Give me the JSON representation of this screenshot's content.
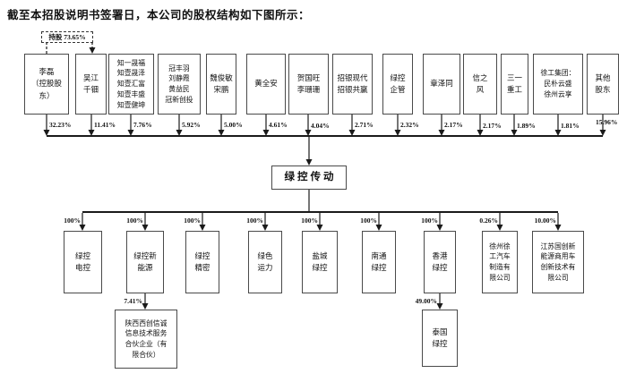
{
  "title": "截至本招股说明书签署日，本公司的股权结构如下图所示：",
  "annotation": {
    "label": "持股 73.65%"
  },
  "company": {
    "name": "绿控传动"
  },
  "shareholders": [
    {
      "name": "李磊\n（控股股\n东）",
      "pct": "32.23%"
    },
    {
      "name": "吴江\n千钿",
      "pct": "11.41%"
    },
    {
      "name": "知一晟福\n知壹晟泽\n知壹汇富\n知壹丰盛\n知壹健坤",
      "pct": "7.76%"
    },
    {
      "name": "冠丰羽\n刘静霞\n黄益民\n冠新创投",
      "pct": "5.92%"
    },
    {
      "name": "魏俊敏\n宋鹏",
      "pct": "5.00%"
    },
    {
      "name": "黄全安",
      "pct": "4.61%"
    },
    {
      "name": "贺国旺\n李珊珊",
      "pct": "4.04%"
    },
    {
      "name": "招银现代\n招银共赢",
      "pct": "2.71%"
    },
    {
      "name": "绿控\n企管",
      "pct": "2.32%"
    },
    {
      "name": "章泽同",
      "pct": "2.17%"
    },
    {
      "name": "信之\n风",
      "pct": "2.17%"
    },
    {
      "name": "三一\n重工",
      "pct": "1.89%"
    },
    {
      "name": "徐工集团：\n民朴云盛\n徐州云享",
      "pct": "1.81%"
    },
    {
      "name": "其他\n股东",
      "pct": "15.96%"
    }
  ],
  "subsidiaries": [
    {
      "name": "绿控\n电控",
      "pct": "100%"
    },
    {
      "name": "绿控新\n能源",
      "pct": "100%",
      "children": [
        {
          "name": "陕西西创信诚\n信息技术服务\n合伙企业（有\n限合伙）",
          "pct": "7.41%"
        }
      ]
    },
    {
      "name": "绿控\n精密",
      "pct": "100%"
    },
    {
      "name": "绿色\n运力",
      "pct": "100%"
    },
    {
      "name": "盐城\n绿控",
      "pct": "100%"
    },
    {
      "name": "南通\n绿控",
      "pct": "100%"
    },
    {
      "name": "香港\n绿控",
      "pct": "100%",
      "children": [
        {
          "name": "泰国\n绿控",
          "pct": "49.00%"
        }
      ]
    },
    {
      "name": "徐州徐\n工汽车\n制造有\n限公司",
      "pct": "0.26%"
    },
    {
      "name": "江苏国创新\n能源商用车\n创新技术有\n限公司",
      "pct": "10.00%"
    }
  ]
}
